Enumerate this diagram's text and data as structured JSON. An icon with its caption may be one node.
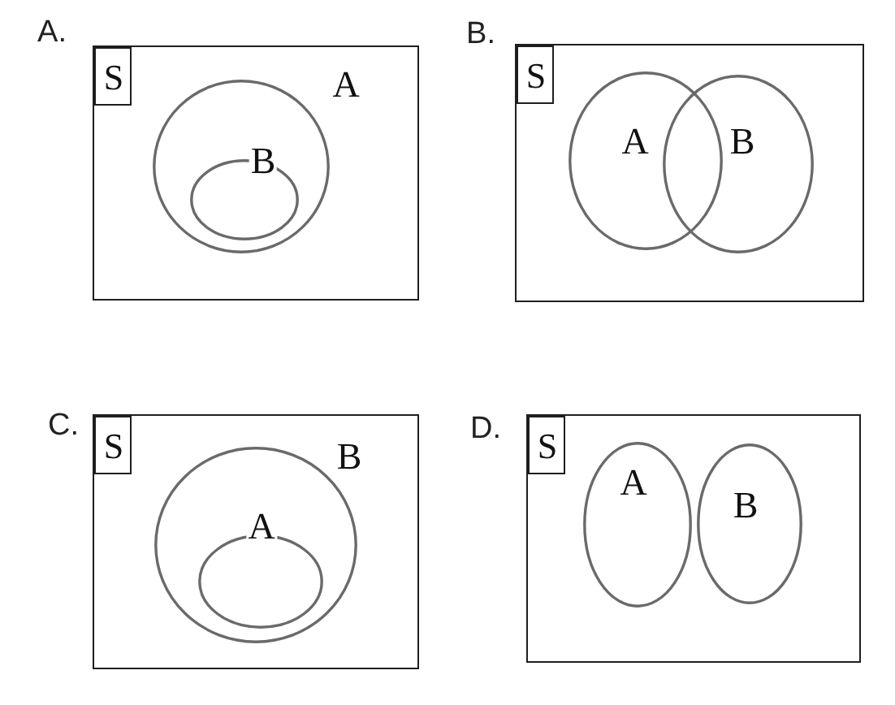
{
  "diagram": {
    "nodes": [
      {
        "text": [
          "A."
        ]
      },
      {
        "text": [
          "S"
        ],
        "in": 0
      },
      {
        "text": [
          "A"
        ],
        "in": 0
      },
      {
        "text": [
          "B"
        ],
        "in": 2
      },
      {
        "text": [
          "B."
        ]
      },
      {
        "text": [
          "S"
        ],
        "in": 4
      },
      {
        "text": [
          "A"
        ],
        "in": 4
      },
      {
        "text": [
          "B"
        ],
        "in": 4
      },
      {
        "text": [
          "C."
        ]
      },
      {
        "text": [
          "S"
        ],
        "in": 8
      },
      {
        "text": [
          "B"
        ],
        "in": 8
      },
      {
        "text": [
          "A"
        ],
        "in": 10
      },
      {
        "text": [
          "D."
        ]
      },
      {
        "text": [
          "S"
        ],
        "in": 12
      },
      {
        "text": [
          "A"
        ],
        "in": 12
      },
      {
        "text": [
          "B"
        ],
        "in": 12
      }
    ]
  }
}
